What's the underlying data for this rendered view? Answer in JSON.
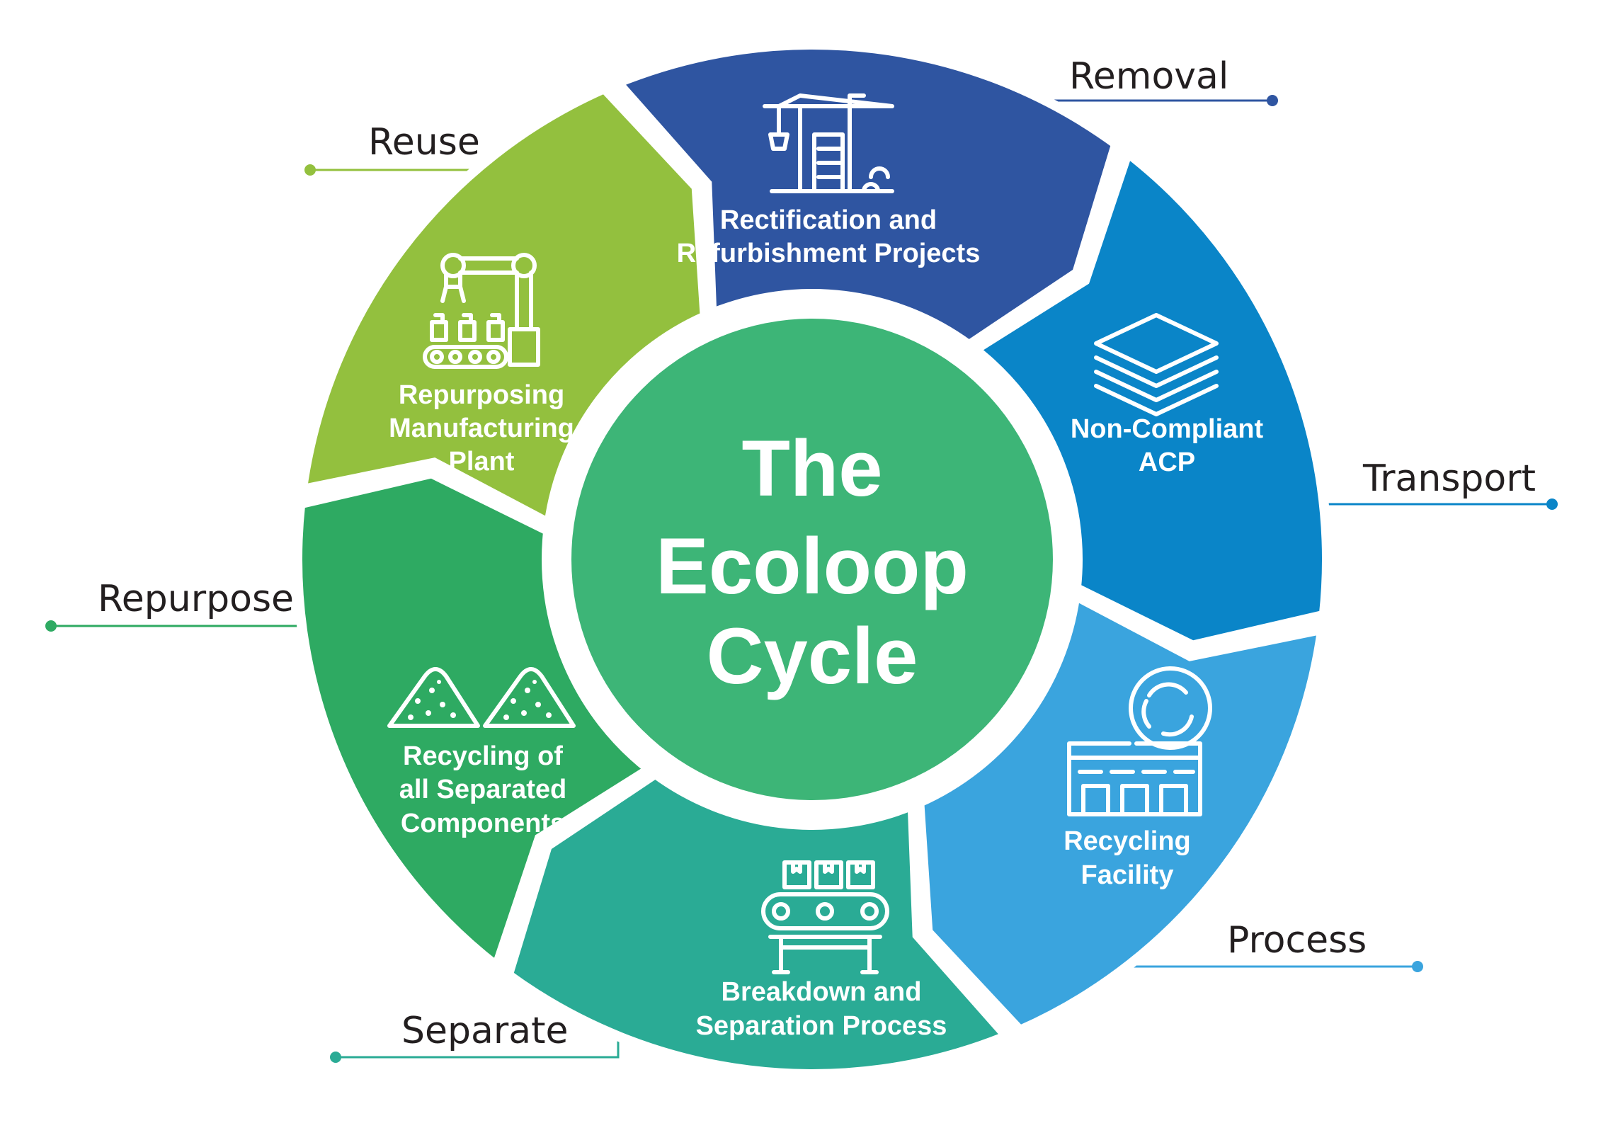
{
  "center": {
    "lines": [
      "The",
      "Ecoloop",
      "Cycle"
    ],
    "color": "#3db577"
  },
  "segments": [
    {
      "id": "rectification",
      "color": "#2f55a1",
      "icon": "construction-crane-icon",
      "lines": [
        "Rectification and",
        "Refurbishment Projects"
      ]
    },
    {
      "id": "non-compliant",
      "color": "#0a85c8",
      "icon": "stacked-layers-icon",
      "lines": [
        "Non-Compliant",
        "ACP"
      ]
    },
    {
      "id": "recycling-facility",
      "color": "#3aa4de",
      "icon": "recycling-factory-icon",
      "lines": [
        "Recycling",
        "Facility"
      ]
    },
    {
      "id": "breakdown",
      "color": "#2aab95",
      "icon": "conveyor-belt-icon",
      "lines": [
        "Breakdown and",
        "Separation Process"
      ]
    },
    {
      "id": "recycling-components",
      "color": "#2eaa62",
      "icon": "material-piles-icon",
      "lines": [
        "Recycling of",
        "all Separated",
        "Components"
      ]
    },
    {
      "id": "repurposing",
      "color": "#93c03e",
      "icon": "robotic-arm-icon",
      "lines": [
        "Repurposing",
        "Manufacturing",
        "Plant"
      ]
    }
  ],
  "callouts": [
    {
      "id": "removal",
      "label": "Removal",
      "color": "#2f55a1"
    },
    {
      "id": "transport",
      "label": "Transport",
      "color": "#0a85c8"
    },
    {
      "id": "process",
      "label": "Process",
      "color": "#3aa4de"
    },
    {
      "id": "separate",
      "label": "Separate",
      "color": "#2aab95"
    },
    {
      "id": "repurpose",
      "label": "Repurpose",
      "color": "#2eaa62"
    },
    {
      "id": "reuse",
      "label": "Reuse",
      "color": "#93c03e"
    }
  ]
}
